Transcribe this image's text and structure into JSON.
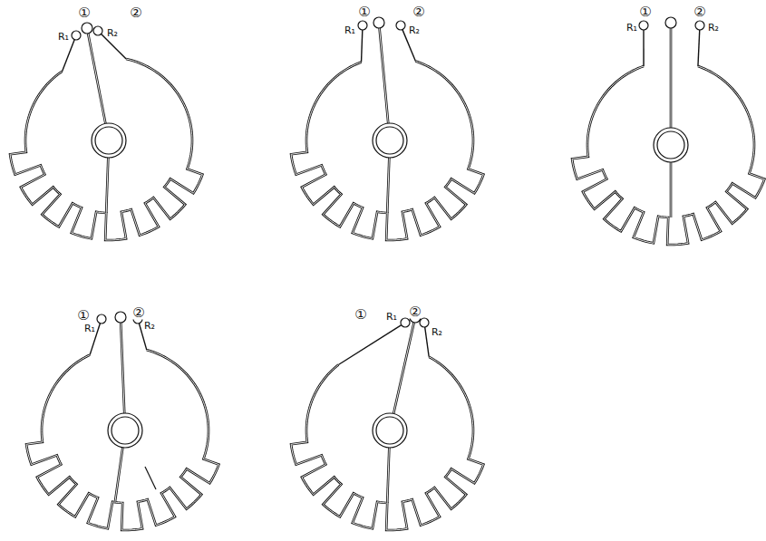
{
  "diagram": {
    "labels": [
      "①",
      "②",
      "R₁",
      "R₂",
      "①",
      "②",
      "R₁",
      "R₂",
      "①",
      "②",
      "R₁",
      "R₂",
      "①",
      "②",
      "R₁",
      "R₂",
      "①",
      "②",
      "R₁",
      "R₂"
    ]
  }
}
